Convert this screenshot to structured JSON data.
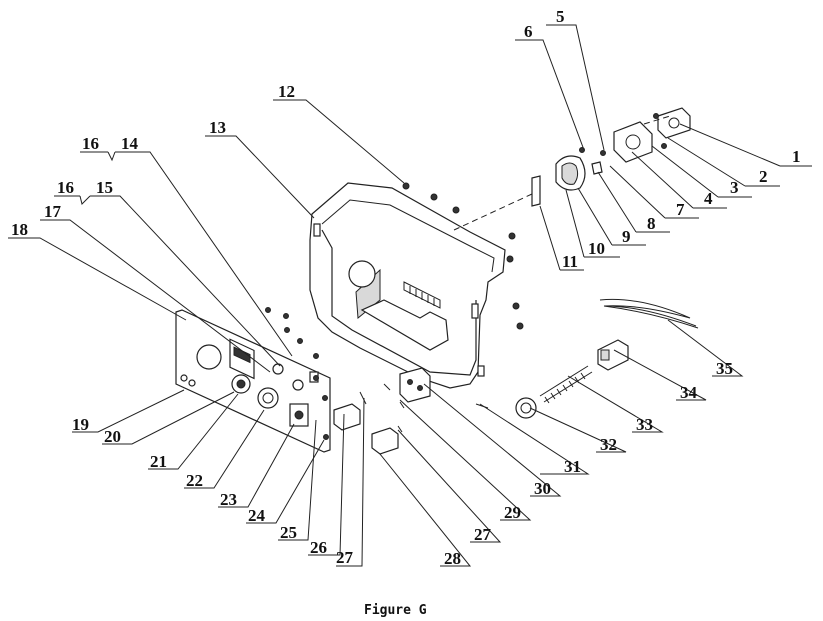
{
  "figure": {
    "caption": "Figure G",
    "part_numbers": [
      "1",
      "2",
      "3",
      "4",
      "5",
      "6",
      "7",
      "8",
      "9",
      "10",
      "11",
      "12",
      "13",
      "14",
      "15",
      "16",
      "16",
      "17",
      "18",
      "19",
      "20",
      "21",
      "22",
      "23",
      "24",
      "25",
      "26",
      "27",
      "27",
      "28",
      "29",
      "30",
      "31",
      "32",
      "33",
      "34",
      "35"
    ]
  }
}
